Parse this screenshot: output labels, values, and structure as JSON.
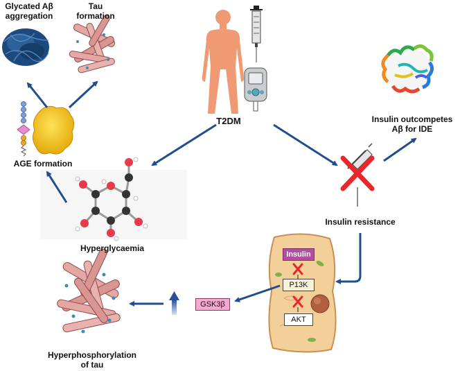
{
  "labels": {
    "glycated_ab": "Glycated Aβ\naggregation",
    "tau_formation": "Tau\nformation",
    "t2dm": "T2DM",
    "insulin_outcompetes": "Insulin outcompetes\nAβ for IDE",
    "age_formation": "AGE formation",
    "hyperglycaemia": "Hyperglycaemia",
    "insulin_resistance": "Insulin resistance",
    "hyperphosphorylation": "Hyperphosphorylation\nof tau"
  },
  "cell": {
    "insulin": "Insulin",
    "p13k": "P13K",
    "akt": "AKT"
  },
  "gsk": {
    "label": "GSK3β"
  },
  "colors": {
    "arrow": "#1f4e8c",
    "skin": "#f09a74",
    "cell_fill": "#f3cf9a",
    "cell_stroke": "#c98f52",
    "insulin_box": "#b14ea0",
    "gsk_box": "#f7a8d0",
    "cross": "#e8262b",
    "age_blob": "#f2b90f"
  }
}
